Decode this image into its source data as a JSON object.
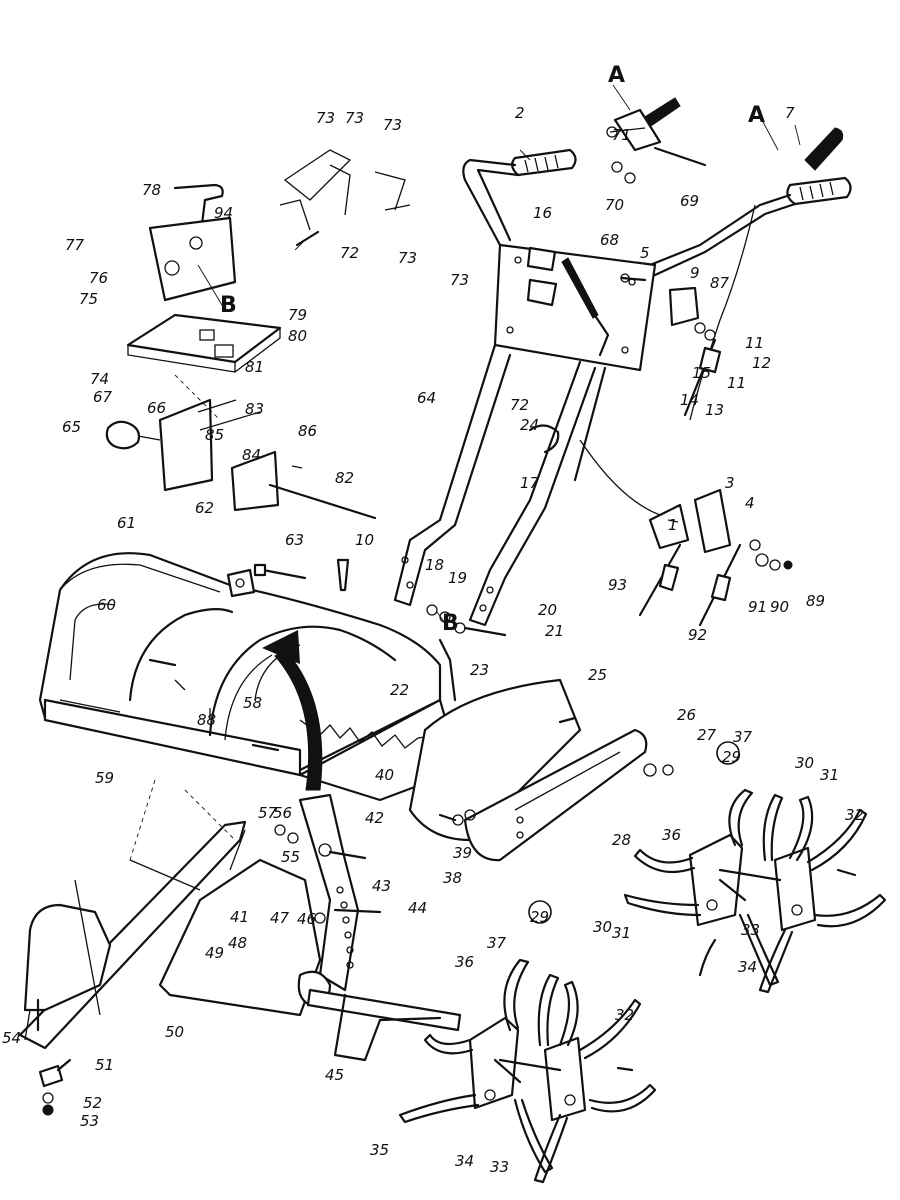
{
  "diagram": {
    "callouts": {
      "A": "A",
      "B": "B"
    },
    "labels": [
      "1",
      "2",
      "3",
      "4",
      "5",
      "7",
      "9",
      "10",
      "11",
      "11",
      "12",
      "13",
      "14",
      "15",
      "16",
      "17",
      "18",
      "19",
      "20",
      "21",
      "22",
      "23",
      "24",
      "25",
      "26",
      "27",
      "28",
      "29",
      "29",
      "30",
      "30",
      "31",
      "31",
      "32",
      "32",
      "33",
      "33",
      "34",
      "34",
      "35",
      "36",
      "36",
      "37",
      "37",
      "38",
      "39",
      "40",
      "41",
      "42",
      "43",
      "44",
      "45",
      "46",
      "47",
      "48",
      "49",
      "50",
      "51",
      "52",
      "53",
      "54",
      "55",
      "56",
      "57",
      "58",
      "59",
      "60",
      "61",
      "62",
      "63",
      "64",
      "65",
      "66",
      "67",
      "68",
      "69",
      "70",
      "71",
      "72",
      "72",
      "73",
      "73",
      "73",
      "73",
      "73",
      "74",
      "75",
      "76",
      "77",
      "78",
      "79",
      "80",
      "81",
      "82",
      "83",
      "84",
      "85",
      "86",
      "87",
      "88",
      "89",
      "90",
      "91",
      "92",
      "93",
      "94"
    ]
  }
}
